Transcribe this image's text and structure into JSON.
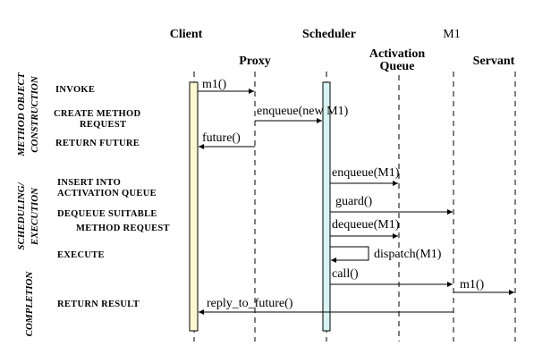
{
  "participants": {
    "client": "Client",
    "scheduler": "Scheduler",
    "m1": "M1",
    "proxy": "Proxy",
    "activation_queue_line1": "Activation",
    "activation_queue_line2": "Queue",
    "servant": "Servant"
  },
  "phases": {
    "method_object_construction_line1": "METHOD OBJECT",
    "method_object_construction_line2": "CONSTRUCTION",
    "scheduling_execution_line1": "SCHEDULING/",
    "scheduling_execution_line2": "EXECUTION",
    "completion": "COMPLETION"
  },
  "steps": {
    "invoke": "INVOKE",
    "create_method_request_line1": "CREATE METHOD",
    "create_method_request_line2": "REQUEST",
    "return_future": "RETURN FUTURE",
    "insert_into_queue_line1": "INSERT INTO",
    "insert_into_queue_line2": "ACTIVATION QUEUE",
    "dequeue_suitable_line1": "DEQUEUE SUITABLE",
    "dequeue_suitable_line2": "METHOD REQUEST",
    "execute": "EXECUTE",
    "return_result": "RETURN RESULT"
  },
  "messages": {
    "m1_call": "m1()",
    "enqueue_new": "enqueue(new M1)",
    "future": "future()",
    "enqueue_m1": "enqueue(M1)",
    "guard": "guard()",
    "dequeue_m1": "dequeue(M1)",
    "dispatch_m1": "dispatch(M1)",
    "call": "call()",
    "m1_servant": "m1()",
    "reply_to_future": "reply_to_future()"
  },
  "colors": {
    "client_activation": "#fdf8d2",
    "scheduler_activation": "#d8f3f3"
  }
}
